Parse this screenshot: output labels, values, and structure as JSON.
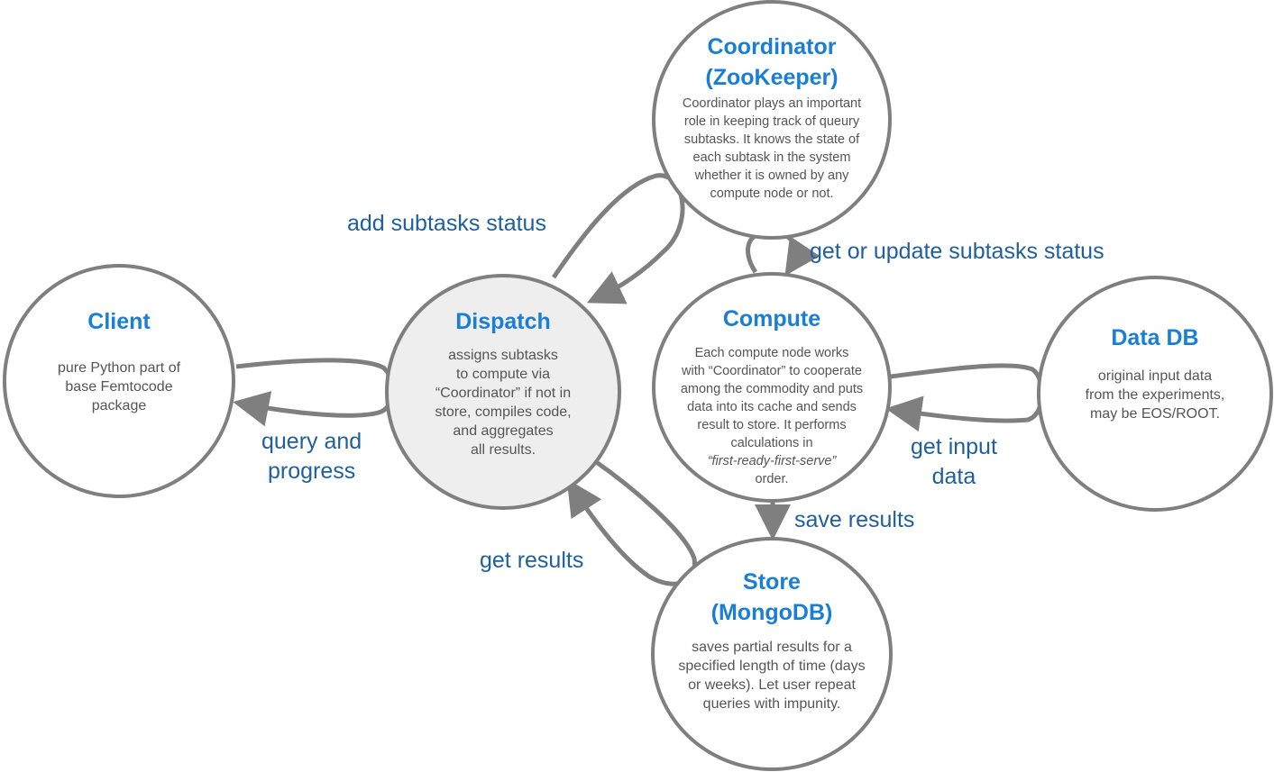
{
  "nodes": {
    "client": {
      "title": "Client",
      "desc": [
        "pure Python part of",
        "base Femtocode",
        "package"
      ]
    },
    "dispatch": {
      "title": "Dispatch",
      "desc": [
        "assigns subtasks",
        "to compute via",
        "“Coordinator” if not in",
        "store, compiles code,",
        "and aggregates",
        "all results."
      ]
    },
    "coordinator": {
      "title": [
        "Coordinator",
        "(ZooKeeper)"
      ],
      "desc": [
        "Coordinator plays an important",
        "role in keeping track of queury",
        "subtasks. It knows the state of",
        "each subtask in the system",
        "whether it is owned by any",
        "compute node or not."
      ]
    },
    "compute": {
      "title": "Compute",
      "desc": [
        "Each compute node works",
        "with “Coordinator” to cooperate",
        "among the commodity and puts",
        "data into its cache and sends",
        "result to store. It performs",
        "calculations in",
        "“first-ready-first-serve”",
        "order."
      ]
    },
    "data_db": {
      "title": "Data DB",
      "desc": [
        "original input data",
        "from the experiments,",
        "may be EOS/ROOT."
      ]
    },
    "store": {
      "title": [
        "Store",
        "(MongoDB)"
      ],
      "desc": [
        "saves partial results for a",
        "specified length of time (days",
        "or weeks). Let user repeat",
        "queries  with impunity."
      ]
    }
  },
  "edges": {
    "add_subtasks_status": "add subtasks status",
    "get_or_update_subtasks_status": "get or update subtasks status",
    "query_and_progress": [
      "query and",
      "progress"
    ],
    "get_input_data": [
      "get input",
      "data"
    ],
    "save_results": "save results",
    "get_results": "get results"
  },
  "colors": {
    "title": "#1a7fd4",
    "edge_label": "#1f5f9e",
    "stroke": "#7f7f7f",
    "dispatch_fill": "#efeeee",
    "text": "#555555"
  }
}
